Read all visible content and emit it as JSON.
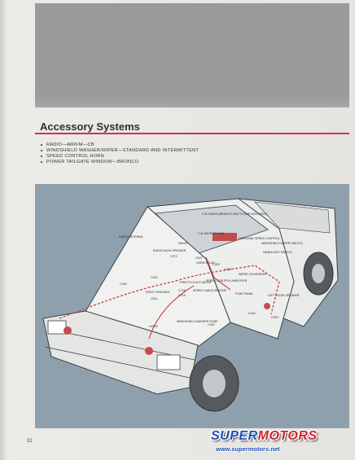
{
  "section": {
    "title": "Accessory Systems",
    "bullets": [
      "RADIO—AM/FM—CB",
      "WINDSHIELD WASHER/WIPER—STANDARD AND INTERMITTENT",
      "SPEED CONTROL  HORN",
      "POWER TAILGATE WINDOW—BRONCO"
    ]
  },
  "callouts": {
    "cb_radio": "C.B. RADIO (REMOTE UNIT FLOOR MOUNTED)",
    "cb_microphone": "C.B. MICROPHONE",
    "horn_speed": "HORN AND SPEED CONTROL",
    "windshield_wiper_switch": "WINDSHIELD WIPER SWITCH",
    "radio_antenna": "RADIO ANTENNA",
    "radio": "RADIO",
    "radio_dash_speaker": "RADIO DASH SPEAKER",
    "c_a": "C272",
    "c_b": "C527",
    "horn_relay": "HORN RELAY",
    "headlight_switch": "HEADLIGHT SWITCH",
    "c_c": "C325",
    "c_d": "C326",
    "wiper_governor": "WIPER GOVERNOR",
    "c_e": "C302",
    "c_f": "C523",
    "throttle_actuator": "THROTTLE ACTUATOR",
    "speed_control_amplifier": "SPEED CONTROL AMPLIFIER",
    "right_speaker": "RIGHT SPEAKER",
    "c_g": "C728",
    "c_h": "C718",
    "c_i": "C511",
    "speed_cable_sensor": "SPEED CABLE SENSOR",
    "fuse_panel": "FUSE PANEL",
    "left_door_speaker": "LEFT DOOR SPEAKER",
    "c_j": "C104",
    "c_k": "C520",
    "windshield_washer_pump": "WINDSHIELD WASHER PUMP",
    "c_l": "C503",
    "horn": "HORN"
  },
  "footer": {
    "page_number": "32"
  },
  "watermark": {
    "logo_main": "SUPER",
    "logo_accent": "MOTORS",
    "url": "www.supermotors.net"
  },
  "colors": {
    "accent_rule": "#d2334a",
    "illustration_bg": "#8fa0ad",
    "wiring": "#c64b4b",
    "watermark_blue": "#1b4fb5"
  }
}
